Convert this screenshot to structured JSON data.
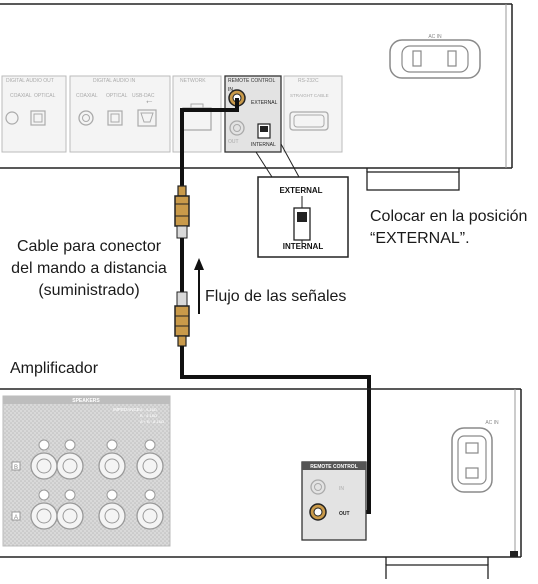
{
  "top_panel": {
    "ac_in": "AC IN",
    "sections": {
      "digital_audio_out": "DIGITAL AUDIO OUT",
      "digital_audio_in": "DIGITAL AUDIO IN",
      "network": "NETWORK",
      "remote_control": "REMOTE CONTROL",
      "rs232c": "RS-232C"
    },
    "sub_labels": {
      "coaxial_out": "COAXIAL",
      "optical_out": "OPTICAL",
      "coaxial_in": "COAXIAL",
      "optical_in": "OPTICAL",
      "usb_dac": "USB-DAC",
      "in": "IN",
      "out": "OUT",
      "external": "EXTERNAL",
      "internal": "INTERNAL",
      "straight_cable": "STRAIGHT CABLE"
    }
  },
  "switch_zoom": {
    "external": "EXTERNAL",
    "internal": "INTERNAL"
  },
  "instruction": {
    "line1": "Colocar en la posición",
    "line2": "“EXTERNAL”."
  },
  "cable_label": {
    "line1": "Cable para conector",
    "line2": "del mando a distancia",
    "line3": "(suministrado)"
  },
  "signal_flow": "Flujo de las señales",
  "amplifier": {
    "title": "Amplificador",
    "speakers": "SPEAKERS",
    "impedance": "IMPEDANCE",
    "imp_a": "A    : 4-16Ω",
    "imp_b": "B    : 4-16Ω",
    "imp_ab": "A + B : 8-16Ω",
    "ac_in": "AC IN",
    "remote_control": "REMOTE CONTROL",
    "in": "IN",
    "out": "OUT",
    "a": "A",
    "b": "B"
  }
}
